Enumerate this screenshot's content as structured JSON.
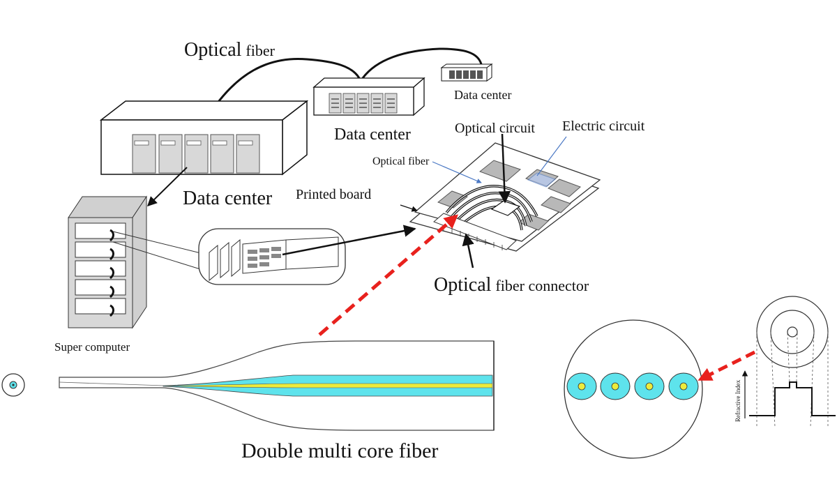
{
  "labels": {
    "optical_fiber_top_big": "Optical",
    "optical_fiber_top_small": "fiber",
    "data_center_small": "Data center",
    "data_center_mid": "Data center",
    "data_center_big": "Data center",
    "optical_circuit": "Optical circuit",
    "electric_circuit": "Electric circuit",
    "optical_fiber_board": "Optical fiber",
    "printed_board": "Printed board",
    "connector_big": "Optical",
    "connector_small": "fiber connector",
    "super_computer": "Super computer",
    "double_multi_core_fiber": "Double multi core fiber",
    "refractive_index": "Refractive Index"
  },
  "colors": {
    "cladding": "#5ee3ec",
    "core": "#ecec3c",
    "red_arrow": "#e8211d",
    "pad": "#b8b8b8",
    "rack": "#d8d8d8"
  }
}
